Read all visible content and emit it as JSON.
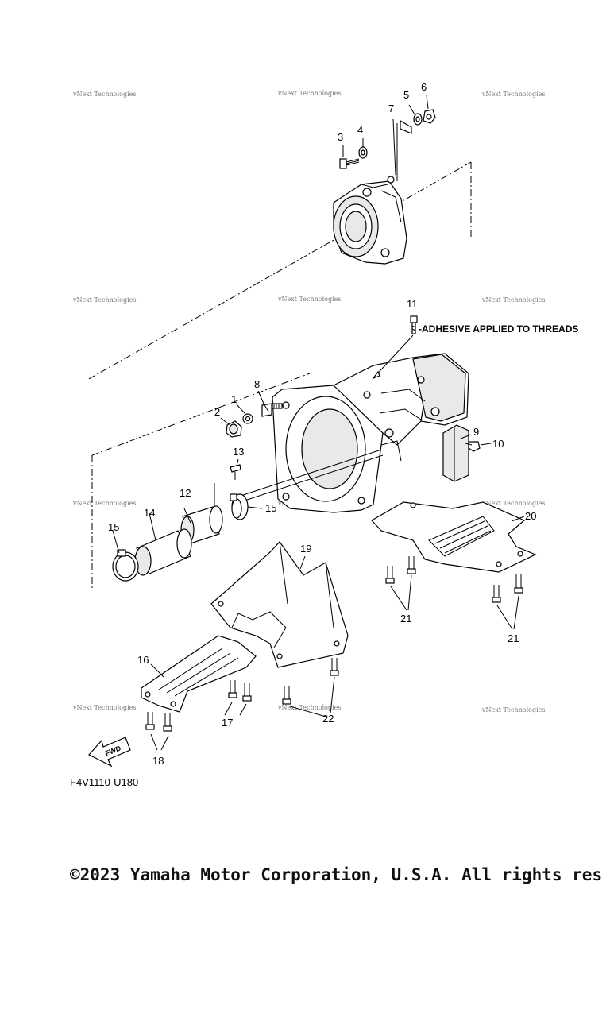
{
  "watermark": "vNext Technologies",
  "diagram_code": "F4V1110-U180",
  "adhesive_note": "-ADHESIVE APPLIED TO THREADS",
  "fwd_label": "FWD",
  "copyright": "©2023 Yamaha Motor Corporation, U.S.A. All rights res",
  "callouts": {
    "c1": "1",
    "c2": "2",
    "c3": "3",
    "c4": "4",
    "c5": "5",
    "c6": "6",
    "c7": "7",
    "c8": "8",
    "c9": "9",
    "c10": "10",
    "c11": "11",
    "c12": "12",
    "c13": "13",
    "c14": "14",
    "c15a": "15",
    "c15b": "15",
    "c16": "16",
    "c17": "17",
    "c18": "18",
    "c19": "19",
    "c20": "20",
    "c21a": "21",
    "c21b": "21",
    "c22": "22"
  }
}
